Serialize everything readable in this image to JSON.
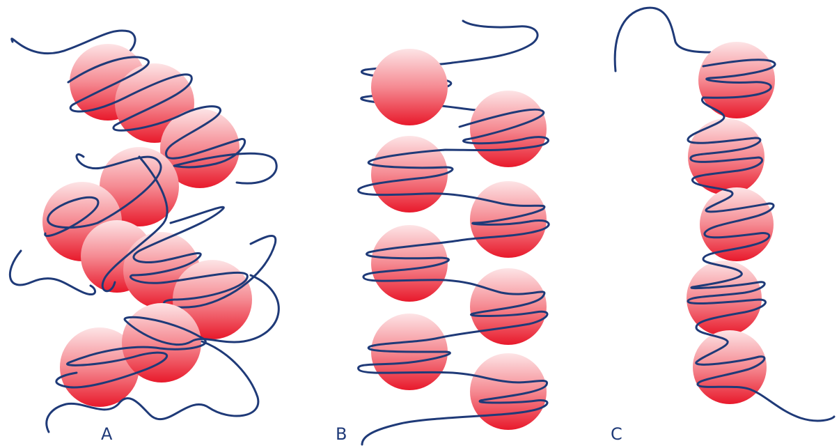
{
  "panels": [
    {
      "id": "A",
      "label": "A"
    },
    {
      "id": "B",
      "label": "B"
    },
    {
      "id": "C",
      "label": "C"
    }
  ],
  "colors": {
    "dna_strand": "#1f3a78",
    "histone_light": "#fde4e6",
    "histone_mid": "#f58a92",
    "histone_dark": "#e8192b",
    "background": "#ffffff"
  },
  "elements": {
    "histone": "nucleosome-histone-core",
    "strand": "dna-strand"
  }
}
